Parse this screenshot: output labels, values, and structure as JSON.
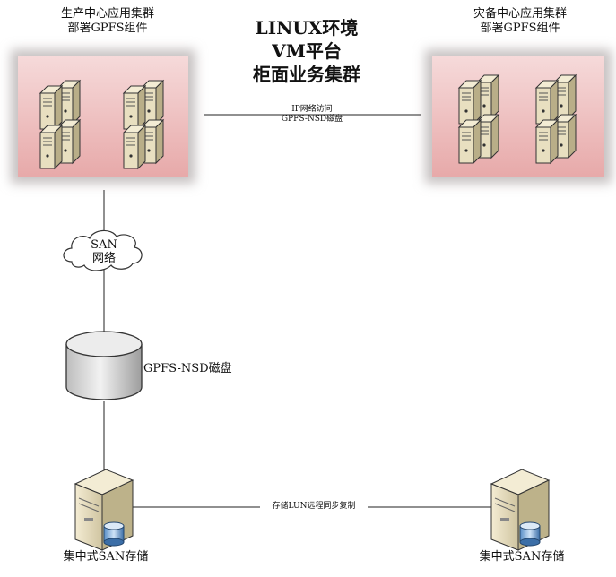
{
  "clusters": {
    "production": {
      "caption_line1": "生产中心应用集群",
      "caption_line2": "部署GPFS组件"
    },
    "disaster_recovery": {
      "caption_line1": "灾备中心应用集群",
      "caption_line2": "部署GPFS组件"
    }
  },
  "title": {
    "line1": "LINUX环境",
    "line2": "VM平台",
    "line3": "柜面业务集群"
  },
  "ip_link": {
    "line1": "IP网络访问",
    "line2": "GPFS-NSD磁盘"
  },
  "san_cloud": {
    "line1": "SAN",
    "line2": "网络"
  },
  "disk": {
    "label": "GPFS-NSD磁盘"
  },
  "storage_left": {
    "label": "集中式SAN存储"
  },
  "storage_right": {
    "label": "集中式SAN存储"
  },
  "replication": {
    "label": "存储LUN远程同步复制"
  },
  "colors": {
    "panel_fill": "#e9b4b4",
    "panel_glow": "#c9c4c4",
    "server_body": "#e8dfc0"
  }
}
